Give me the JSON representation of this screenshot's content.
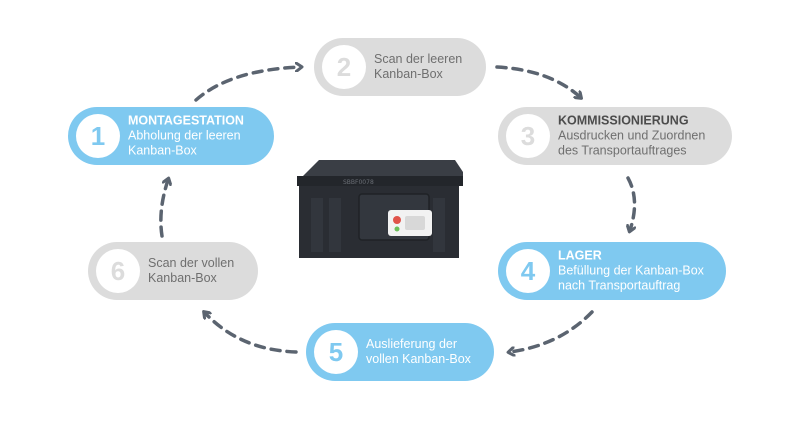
{
  "steps": [
    {
      "number": "1",
      "title": "MONTAGESTATION",
      "lines": [
        "Abholung der leeren",
        "Kanban-Box"
      ],
      "style": "blue"
    },
    {
      "number": "2",
      "title": "",
      "lines": [
        "Scan der leeren",
        "Kanban-Box"
      ],
      "style": "gray"
    },
    {
      "number": "3",
      "title": "KOMMISSIONIERUNG",
      "lines": [
        "Ausdrucken und Zuordnen",
        "des Transportauftrages"
      ],
      "style": "gray"
    },
    {
      "number": "4",
      "title": "LAGER",
      "lines": [
        "Befüllung der Kanban-Box",
        "nach Transportauftrag"
      ],
      "style": "blue"
    },
    {
      "number": "5",
      "title": "",
      "lines": [
        "Auslieferung der",
        "vollen Kanban-Box"
      ],
      "style": "blue"
    },
    {
      "number": "6",
      "title": "",
      "lines": [
        "Scan der vollen",
        "Kanban-Box"
      ],
      "style": "gray"
    }
  ],
  "colors": {
    "blue": "#7fc9f0",
    "gray": "#dcdcdc",
    "arrow": "#5b6470",
    "box": "#2a2d33"
  },
  "center_image": {
    "label": "SBBF0078"
  }
}
